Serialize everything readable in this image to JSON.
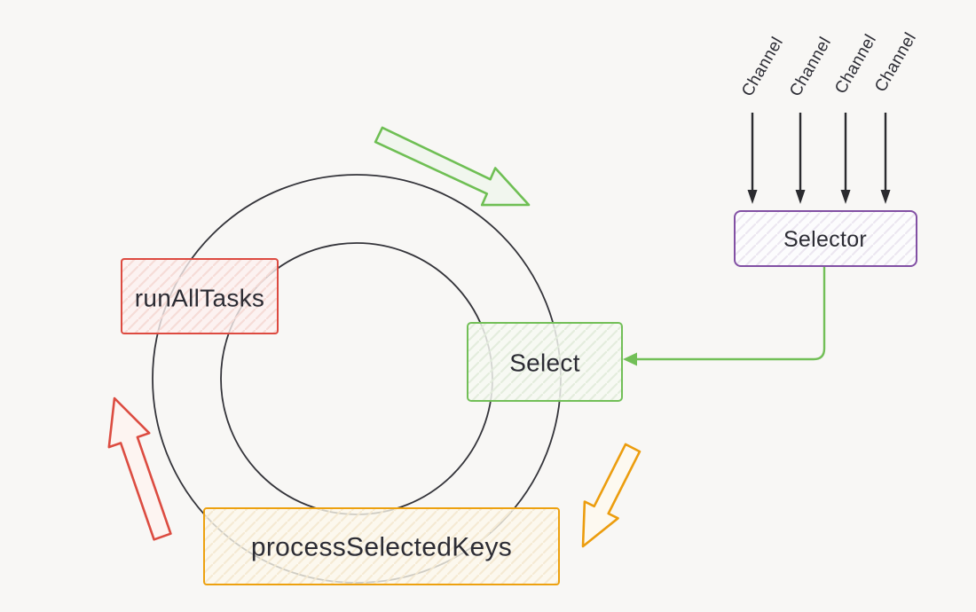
{
  "background": "#f8f7f5",
  "text_color": "#2c2c34",
  "loop": {
    "ring_color": "#34343a"
  },
  "nodes": {
    "selector": {
      "label": "Selector",
      "color": "#8250a4"
    },
    "select": {
      "label": "Select",
      "color": "#72bf57"
    },
    "run_all_tasks": {
      "label": "runAllTasks",
      "color": "#dd4b41"
    },
    "process_selected_keys": {
      "label": "processSelectedKeys",
      "color": "#eda10f"
    }
  },
  "channels": {
    "arrow_color": "#2b2b2f",
    "items": [
      {
        "label": "Channel"
      },
      {
        "label": "Channel"
      },
      {
        "label": "Channel"
      },
      {
        "label": "Channel"
      }
    ]
  },
  "edges": {
    "selector_to_select": {
      "color": "#72bf57"
    }
  },
  "cycle_arrows": {
    "top": {
      "color": "#6fbf54"
    },
    "left": {
      "color": "#dc4c41"
    },
    "bottom_right": {
      "color": "#ec9d0e"
    }
  }
}
